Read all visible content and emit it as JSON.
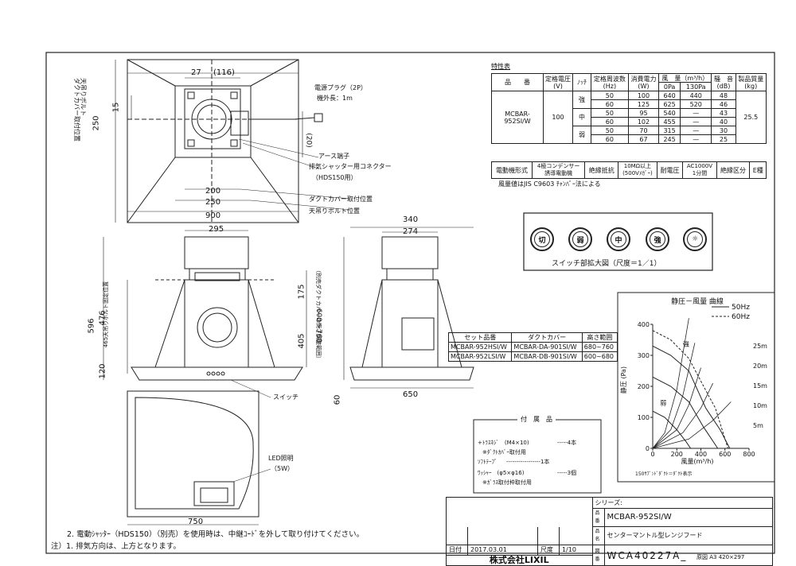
{
  "spec": {
    "title": "特性表",
    "h_model": "品　　番",
    "h_voltage": "定格電圧\n(V)",
    "h_notch": "ﾉｯﾁ",
    "h_freq": "定格周波数\n(Hz)",
    "h_power": "消費電力\n(W)",
    "h_air": "風　量（m³/h）",
    "h_air_0": "0Pa",
    "h_air_130": "130Pa",
    "h_noise": "騒　音\n(dB)",
    "h_mass": "製品質量\n(kg)",
    "model": "MCBAR-952SI/W",
    "voltage": "100",
    "mass": "25.5",
    "rows": [
      {
        "notch": "強",
        "freq": "50",
        "power": "100",
        "air0": "640",
        "air130": "440",
        "noise": "48"
      },
      {
        "notch": "",
        "freq": "60",
        "power": "125",
        "air0": "625",
        "air130": "520",
        "noise": "46"
      },
      {
        "notch": "中",
        "freq": "50",
        "power": "95",
        "air0": "540",
        "air130": "—",
        "noise": "43"
      },
      {
        "notch": "",
        "freq": "60",
        "power": "102",
        "air0": "455",
        "air130": "—",
        "noise": "40"
      },
      {
        "notch": "弱",
        "freq": "50",
        "power": "70",
        "air0": "315",
        "air130": "—",
        "noise": "30"
      },
      {
        "notch": "",
        "freq": "60",
        "power": "67",
        "air0": "245",
        "air130": "—",
        "noise": "25"
      }
    ],
    "motor_h": "電動機形式",
    "motor_v": "4極コンデンサー\n誘導電動機",
    "insul_h": "絶縁抵抗",
    "insul_v": "10MΩ以上\n(500Vﾒｶﾞｰ)",
    "withstand_h": "耐電圧",
    "withstand_v": "AC1000V\n1分間",
    "class_h": "絶縁区分",
    "class_v": "E種",
    "note": "風量値はJIS C9603 ﾁｬﾝﾊﾞｰ法による"
  },
  "switch": {
    "caption": "スイッチ部拡大図（尺度＝1／1）",
    "buttons": [
      "切",
      "弱",
      "中",
      "強",
      "☼"
    ]
  },
  "set_table": {
    "headers": [
      "セット品番",
      "ダクトカバー",
      "高さ範囲"
    ],
    "rows": [
      [
        "MCBAR-952HSI/W",
        "MCBAR-DA-901SI/W",
        "680~760"
      ],
      [
        "MCBAR-952LSI/W",
        "MCBAR-DB-901SI/W",
        "600~680"
      ]
    ]
  },
  "chart_data": {
    "type": "line",
    "title": "静圧－風量 曲線",
    "xlabel": "風量(m³/h)",
    "ylabel": "静圧 (Pa)",
    "xlim": [
      0,
      800
    ],
    "ylim": [
      0,
      400
    ],
    "xticks": [
      "0",
      "200",
      "400",
      "600",
      "800"
    ],
    "yticks": [
      "0",
      "100",
      "200",
      "300",
      "400"
    ],
    "legend": [
      {
        "name": "50Hz",
        "style": "solid"
      },
      {
        "name": "60Hz",
        "style": "dashed"
      }
    ],
    "duct_labels": [
      "25m",
      "20m",
      "15m",
      "10m",
      "5m"
    ],
    "notch_labels": [
      "強",
      "弱"
    ],
    "series": [
      {
        "name": "強 50Hz",
        "x": [
          0,
          150,
          300,
          440,
          560,
          640
        ],
        "y": [
          330,
          300,
          250,
          130,
          60,
          0
        ]
      },
      {
        "name": "強 60Hz",
        "x": [
          0,
          150,
          300,
          450,
          520,
          625
        ],
        "y": [
          380,
          350,
          290,
          180,
          130,
          0
        ]
      },
      {
        "name": "中 50Hz",
        "x": [
          0,
          150,
          300,
          420,
          540
        ],
        "y": [
          230,
          200,
          150,
          70,
          0
        ]
      },
      {
        "name": "弱 50Hz",
        "x": [
          0,
          100,
          200,
          280,
          315
        ],
        "y": [
          120,
          100,
          60,
          20,
          0
        ]
      }
    ],
    "duct": [
      {
        "name": "25m",
        "x": [
          0,
          100,
          200,
          300
        ],
        "y": [
          0,
          50,
          190,
          420
        ]
      },
      {
        "name": "20m",
        "x": [
          0,
          150,
          250,
          350
        ],
        "y": [
          0,
          60,
          170,
          340
        ]
      },
      {
        "name": "15m",
        "x": [
          0,
          200,
          300,
          400
        ],
        "y": [
          0,
          60,
          140,
          260
        ]
      },
      {
        "name": "10m",
        "x": [
          0,
          250,
          400,
          500
        ],
        "y": [
          0,
          50,
          130,
          210
        ]
      },
      {
        "name": "5m",
        "x": [
          0,
          300,
          500,
          650
        ],
        "y": [
          0,
          30,
          90,
          150
        ]
      }
    ],
    "footnote": "150ｻﾌﾞﾝﾄﾞﾀﾞｸﾄ＝ﾀﾞｸﾄ表示"
  },
  "accessories": {
    "title": "付　属　品",
    "items": [
      {
        "name": "+ﾄﾗｽﾈｼﾞ　(M4×10)",
        "qty": "-----4本",
        "note": "※ﾀﾞｸﾄｶﾊﾞｰ取付用"
      },
      {
        "name": "ｿﾌﾄﾃｰﾌﾟ",
        "qty": "-----------------1本",
        "note": ""
      },
      {
        "name": "ﾜｯｼｬｰ　(φ5×φ16)",
        "qty": "-----3個",
        "note": "※ｶﾞﾗｽ取付枠取付用"
      }
    ]
  },
  "title_block": {
    "series_h": "シリーズ:",
    "model_h": "品番",
    "model": "MCBAR-952SI/W",
    "name_h": "品名",
    "name": "センターマントル型レンジフード",
    "date_h": "日付",
    "date": "2017.03.01",
    "scale_h": "尺度",
    "scale": "1/10",
    "company": "株式会社LIXIL",
    "drawing_h": "図番",
    "drawing": "WCA40227A_",
    "paper": "原図 A3 420×297"
  },
  "labels": {
    "plug": "電源プラグ（2P）",
    "cord": "機外長：1m",
    "earth": "アース端子",
    "shutter_conn": "排気シャッター用コネクター",
    "hds": "（HDS150用）",
    "duct_cover_pos": "ダクトカバー取付位置",
    "bolt_pos": "天吊りボルト位置",
    "bolt_vert": "天吊りボルト\nダクトカバー取付位置",
    "bolt_range": "465天吊りボルト固定位置",
    "duct_height": "600～760",
    "duct_height_note": "（別売ダクトカバーの高さ調整範囲）",
    "switch": "スイッチ",
    "led": "LED照明",
    "led_w": "（5W）",
    "note2": "2. 電動ｼｬｯﾀｰ（HDS150）（別売）を使用時は、中継ｺｰﾄﾞを外して取り付けてください。",
    "note1": "注）1. 排気方向は、上方となります。",
    "dims": {
      "d27": "27",
      "d116": "(116)",
      "d15": "15",
      "d250v": "250",
      "d20": "(20)",
      "d200": "200",
      "d250": "250",
      "d900": "900",
      "d295": "295",
      "d476": "476",
      "d596": "596",
      "d120": "120",
      "d175": "175",
      "d405": "405",
      "d340": "340",
      "d274": "274",
      "d650": "650",
      "d60": "60",
      "d750": "750"
    }
  }
}
